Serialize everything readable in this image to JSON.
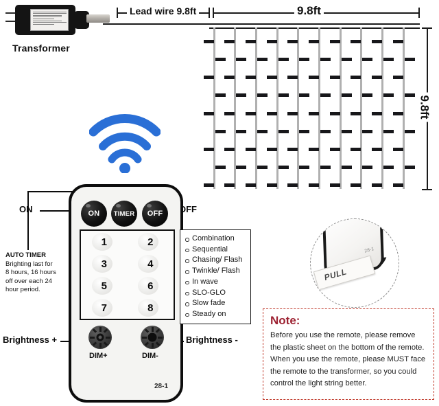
{
  "transformer": {
    "caption": "Transformer"
  },
  "dimensions": {
    "lead_wire_label": "Lead wire 9.8ft",
    "curtain_width_label": "9.8ft",
    "curtain_height_label": "9.8ft"
  },
  "light_curtain": {
    "strand_count": 10,
    "leds_per_strand": 9
  },
  "wifi_icon": {
    "name": "wifi-signal-icon",
    "color": "#2a6fd6"
  },
  "remote": {
    "model_label": "28-1",
    "top_buttons": [
      {
        "id": "on",
        "label": "ON"
      },
      {
        "id": "timer",
        "label": "TIMER"
      },
      {
        "id": "off",
        "label": "OFF"
      }
    ],
    "number_keys": [
      "1",
      "2",
      "3",
      "4",
      "5",
      "6",
      "7",
      "8"
    ],
    "dim_buttons": [
      {
        "id": "dim-plus",
        "caption": "DIM+"
      },
      {
        "id": "dim-minus",
        "caption": "DIM-"
      }
    ]
  },
  "callouts": {
    "on": "ON",
    "off": "OFF",
    "brightness_plus": "Brightness +",
    "brightness_minus": "Brightness -"
  },
  "auto_timer": {
    "title": "AUTO TIMER",
    "line1": "Brighting last for",
    "line2": "8 hours, 16 hours",
    "line3": "off over each 24",
    "line4": "hour period."
  },
  "modes": [
    "Combination",
    "Sequential",
    "Chasing/ Flash",
    "Twinkle/ Flash",
    "In wave",
    "SLO-GLO",
    "Slow fade",
    "Steady on"
  ],
  "pull_inset": {
    "pull_label": "PULL",
    "model_label": "28-1"
  },
  "note": {
    "title": "Note:",
    "body": "Before you use the remote, please remove the plastic sheet on the bottom of the remote. When you use the remote, please MUST face the remote to the transformer, so you could control the light string better.",
    "accent_color": "#9d2232"
  }
}
